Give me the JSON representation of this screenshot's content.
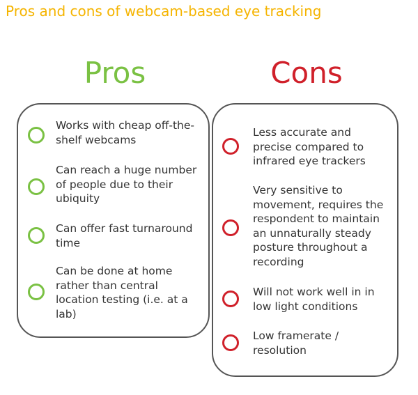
{
  "title": "Pros and cons of webcam-based eye tracking",
  "colors": {
    "title": "#f5b400",
    "pros": "#7ac143",
    "cons": "#d0202a",
    "border": "#555555",
    "text": "#333333"
  },
  "pros": {
    "heading": "Pros",
    "items": [
      "Works with cheap off-the-shelf webcams",
      "Can reach a huge number of people due to their ubiquity",
      "Can offer fast turnaround time",
      "Can be done at home rather than central location testing (i.e. at a lab)"
    ]
  },
  "cons": {
    "heading": "Cons",
    "items": [
      "Less accurate and precise compared to infrared eye trackers",
      "Very sensitive to movement, requires the respondent to maintain an unnaturally steady posture throughout a recording",
      "Will not work well in in low light conditions",
      "Low framerate / resolution"
    ]
  }
}
